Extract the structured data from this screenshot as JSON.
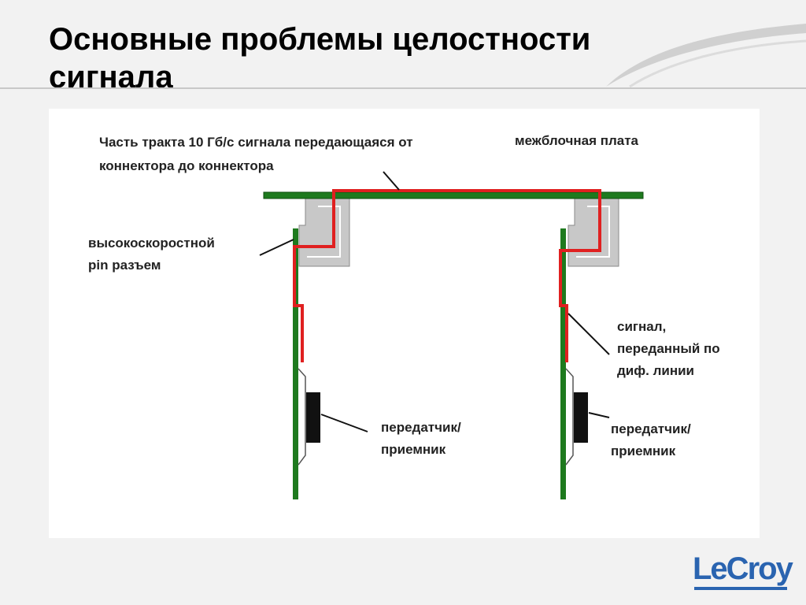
{
  "slide": {
    "title_line1": "Основные проблемы целостности",
    "title_line2": "сигнала"
  },
  "diagram": {
    "labels": {
      "path_line1": "Часть тракта 10 Гб/с сигнала передающаяся от",
      "path_line2": "коннектора до коннектора",
      "backplane": "межблочная плата",
      "connector_line1": "высокоскоростной",
      "connector_line2": "pin разъем",
      "signal_line1": "сигнал,",
      "signal_line2": "переданный по",
      "signal_line3": "диф. линии",
      "left_trx_line1": "передатчик/",
      "left_trx_line2": "приемник",
      "right_trx_line1": "передатчик/",
      "right_trx_line2": "приемник"
    },
    "colors": {
      "board": "#1e7a1e",
      "signal": "#e02020",
      "connector": "#c8c8c8",
      "chip": "#111111",
      "leader": "#111111"
    }
  },
  "logo": {
    "text": "LeCroy",
    "color": "#2a64b0"
  }
}
